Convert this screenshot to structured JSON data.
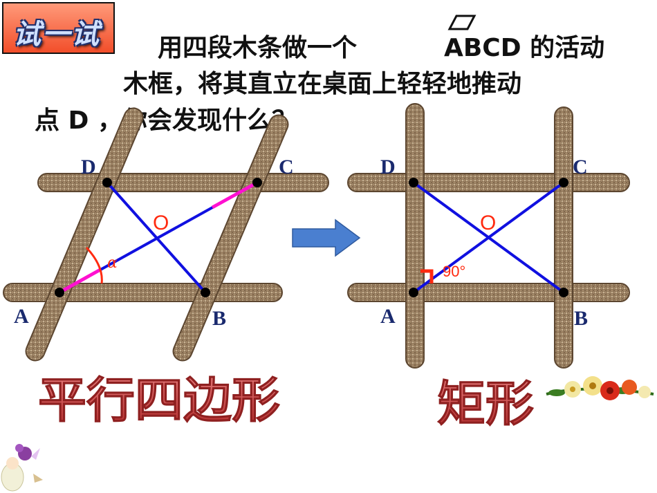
{
  "badge": {
    "label": "试一试"
  },
  "question": {
    "part1": "用四段木条做一个",
    "part2": "ABCD 的活动",
    "line2": "木框，将其直立在桌面上轻轻地推动",
    "line3": "点 D ，你会发现什么？"
  },
  "left_figure": {
    "vertex_labels": {
      "A": "A",
      "B": "B",
      "C": "C",
      "D": "D"
    },
    "center_label": "O",
    "angle_label": "α",
    "caption": "平行四边形"
  },
  "right_figure": {
    "vertex_labels": {
      "A": "A",
      "B": "B",
      "C": "C",
      "D": "D"
    },
    "center_label": "O",
    "angle_label": "90°",
    "caption": "矩形"
  },
  "colors": {
    "wood": "#a08662",
    "diagonal": "#1010e0",
    "highlight": "#ff10d0",
    "angle": "#ff2a10",
    "caption": "#c83c3c",
    "arrow": "#4a7fd0"
  },
  "icons": [
    "parallelogram-icon",
    "arrow-right-icon",
    "flower-decoration-icon",
    "fairy-decoration-icon"
  ]
}
